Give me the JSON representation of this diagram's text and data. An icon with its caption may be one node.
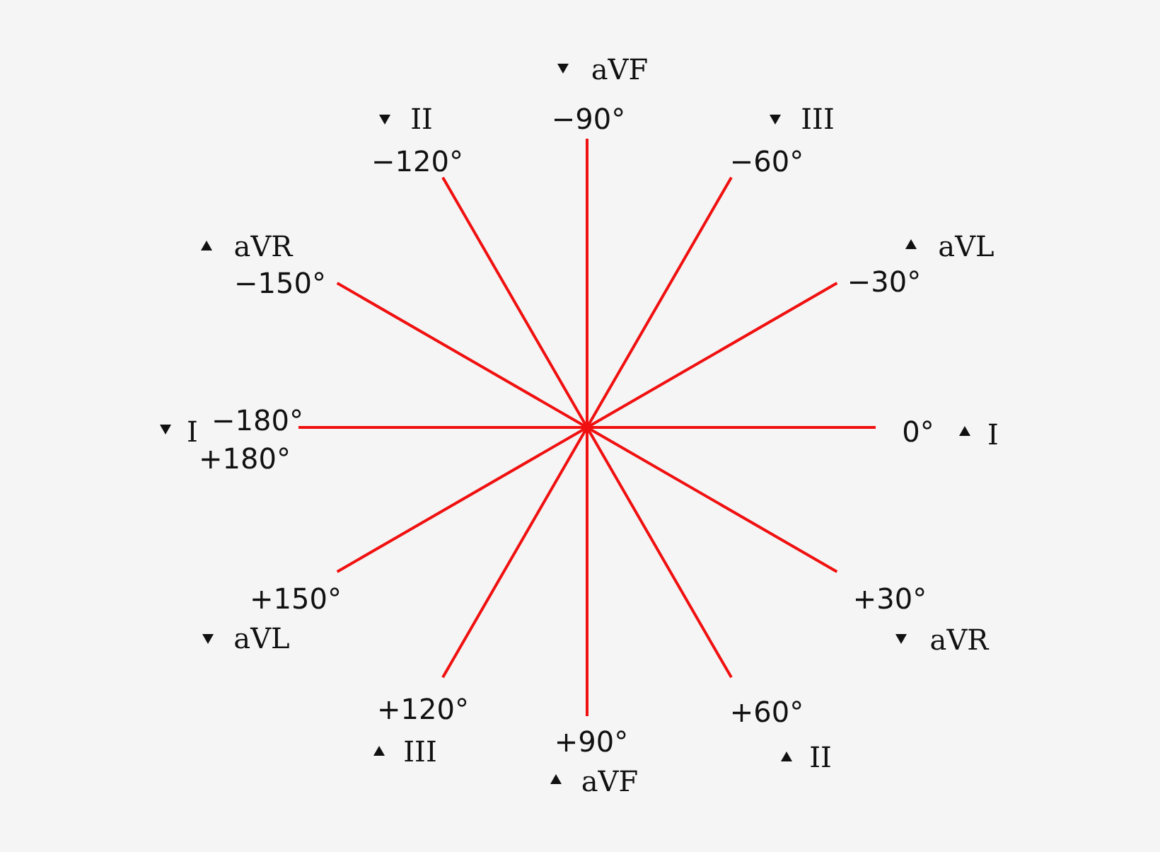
{
  "diagram": {
    "labels": [
      "aVF",
      "II",
      "−90°",
      "III",
      "−120°",
      "−60°",
      "aVR",
      "aVL",
      "−150°",
      "−30°",
      "I",
      "−180°",
      "0°",
      "I",
      "+180°",
      "+150°",
      "+30°",
      "aVL",
      "aVR",
      "+120°",
      "+60°",
      "+90°",
      "III",
      "II",
      "aVF"
    ]
  }
}
